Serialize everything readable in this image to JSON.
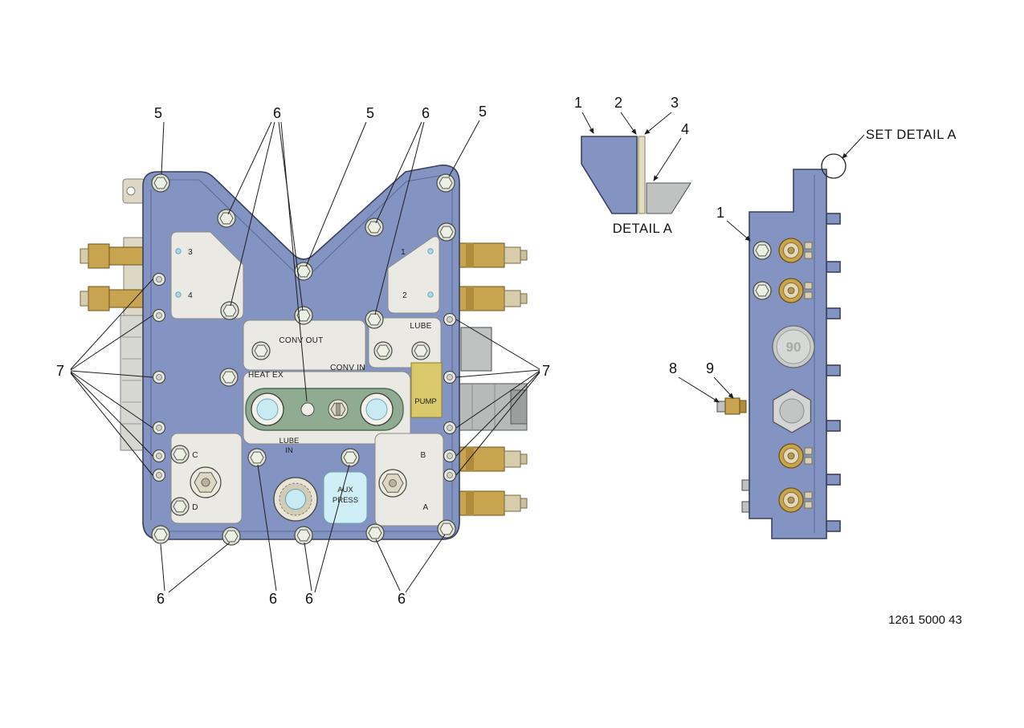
{
  "drawing": {
    "part_number": "1261 5000 43",
    "detail_title": "DETAIL A",
    "set_detail_label": "SET DETAIL A",
    "dial_value": "90"
  },
  "callouts": {
    "n1": "1",
    "n2": "2",
    "n3": "3",
    "n4": "4",
    "n5": "5",
    "n6": "6",
    "n7": "7",
    "n8": "8",
    "n9": "9"
  },
  "plate_labels": {
    "conv_out": "CONV OUT",
    "conv_in": "CONV IN",
    "heat_ex": "HEAT EX",
    "lube": "LUBE",
    "pump": "PUMP",
    "lube_in_line1": "LUBE",
    "lube_in_line2": "IN",
    "aux_line1": "AUX",
    "aux_line2": "PRESS",
    "port_1": "1",
    "port_2": "2",
    "port_3": "3",
    "port_4": "4",
    "port_a": "A",
    "port_b": "B",
    "port_c": "C",
    "port_d": "D"
  },
  "colors": {
    "plate_blue": "#8394c3",
    "panel_gray": "#eae9e3",
    "brass": "#c8a350",
    "gasket_beige": "#ddd8c6",
    "seal_green": "#8fac92",
    "aux_cyan": "#cfeef5",
    "pump_khaki": "#d9c96a",
    "port_blue": "#c8eaf3",
    "steel_gray": "#bfc2c1"
  }
}
